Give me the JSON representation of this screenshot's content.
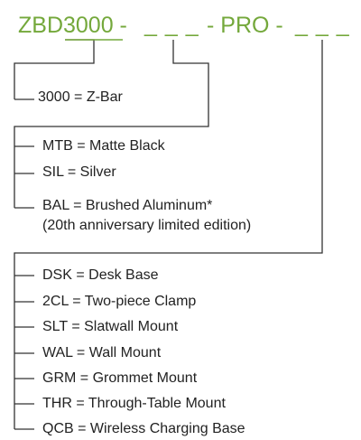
{
  "code": {
    "prefix": "ZBD3000 -",
    "slot_1": "_ _ _",
    "middle": "- PRO -",
    "slot_2": "_ _ _"
  },
  "groups": [
    {
      "options": [
        {
          "text": "3000 = Z-Bar"
        }
      ]
    },
    {
      "options": [
        {
          "text": "MTB = Matte Black"
        },
        {
          "text": "SIL = Silver"
        },
        {
          "text": "BAL = Brushed Aluminum*"
        }
      ],
      "note": "(20th anniversary limited edition)"
    },
    {
      "options": [
        {
          "text": "DSK = Desk Base"
        },
        {
          "text": "2CL = Two-piece Clamp"
        },
        {
          "text": "SLT = Slatwall Mount"
        },
        {
          "text": "WAL = Wall Mount"
        },
        {
          "text": "GRM = Grommet Mount"
        },
        {
          "text": "THR = Through-Table Mount"
        },
        {
          "text": "QCB = Wireless Charging Base"
        }
      ]
    }
  ],
  "colors": {
    "code_text": "#74a83b",
    "tree_line": "#333333",
    "option_text": "#222222"
  }
}
